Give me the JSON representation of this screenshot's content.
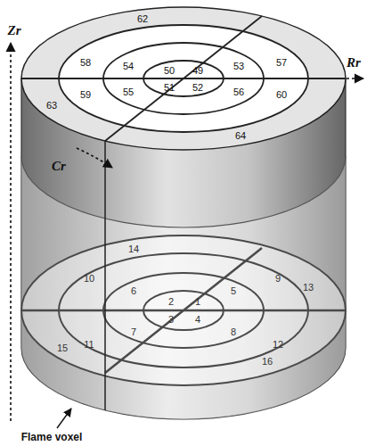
{
  "diagram": {
    "labels": [
      "62",
      "58",
      "54",
      "50",
      "49",
      "57",
      "53",
      "51",
      "52",
      "55",
      "59",
      "56",
      "60",
      "63",
      "64",
      "14",
      "10",
      "6",
      "2",
      "1",
      "5",
      "9",
      "13",
      "3",
      "4",
      "7",
      "11",
      "8",
      "12",
      "15",
      "16",
      "Zr",
      "Rr",
      "Cr",
      "Flame voxel"
    ]
  }
}
